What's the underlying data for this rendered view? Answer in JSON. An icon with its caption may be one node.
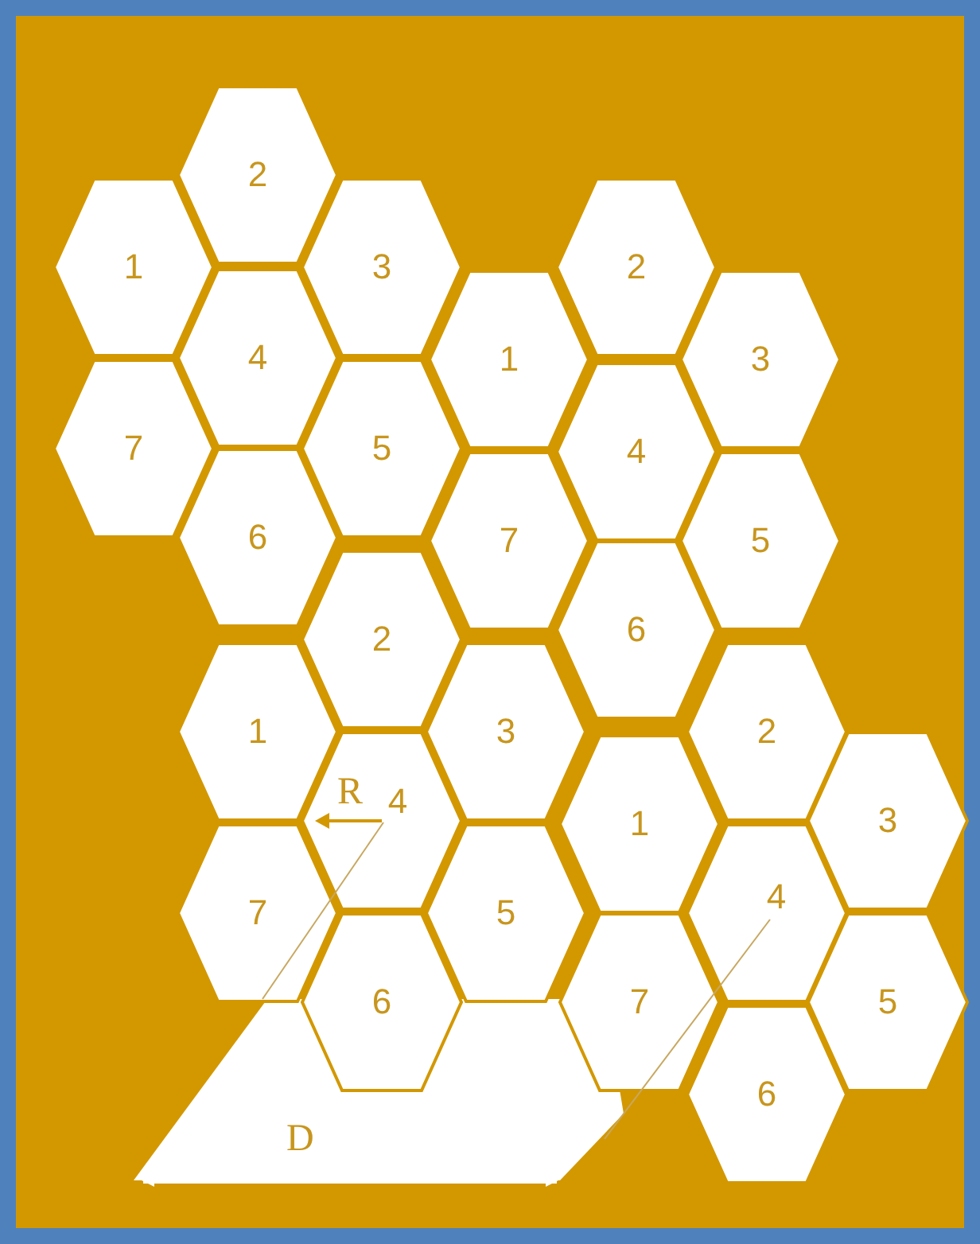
{
  "diagram": {
    "nodes": [
      {
        "text": [
          "2"
        ]
      },
      {
        "text": [
          "1"
        ]
      },
      {
        "text": [
          "3"
        ]
      },
      {
        "text": [
          "4"
        ]
      },
      {
        "text": [
          "7"
        ]
      },
      {
        "text": [
          "5"
        ]
      },
      {
        "text": [
          "6"
        ]
      },
      {
        "text": [
          "2"
        ]
      },
      {
        "text": [
          "1"
        ]
      },
      {
        "text": [
          "3"
        ]
      },
      {
        "text": [
          "4"
        ]
      },
      {
        "text": [
          "7"
        ]
      },
      {
        "text": [
          "5"
        ]
      },
      {
        "text": [
          "6"
        ]
      },
      {
        "text": [
          "2"
        ]
      },
      {
        "text": [
          "1"
        ]
      },
      {
        "text": [
          "3"
        ]
      },
      {
        "text": [
          "4"
        ]
      },
      {
        "text": [
          "7"
        ]
      },
      {
        "text": [
          "5"
        ]
      },
      {
        "text": [
          "6"
        ]
      },
      {
        "text": [
          "2"
        ]
      },
      {
        "text": [
          "1"
        ]
      },
      {
        "text": [
          "3"
        ]
      },
      {
        "text": [
          "4"
        ]
      },
      {
        "text": [
          "7"
        ]
      },
      {
        "text": [
          "5"
        ]
      },
      {
        "text": [
          "6"
        ]
      }
    ],
    "labels": [
      "R",
      "D"
    ]
  }
}
